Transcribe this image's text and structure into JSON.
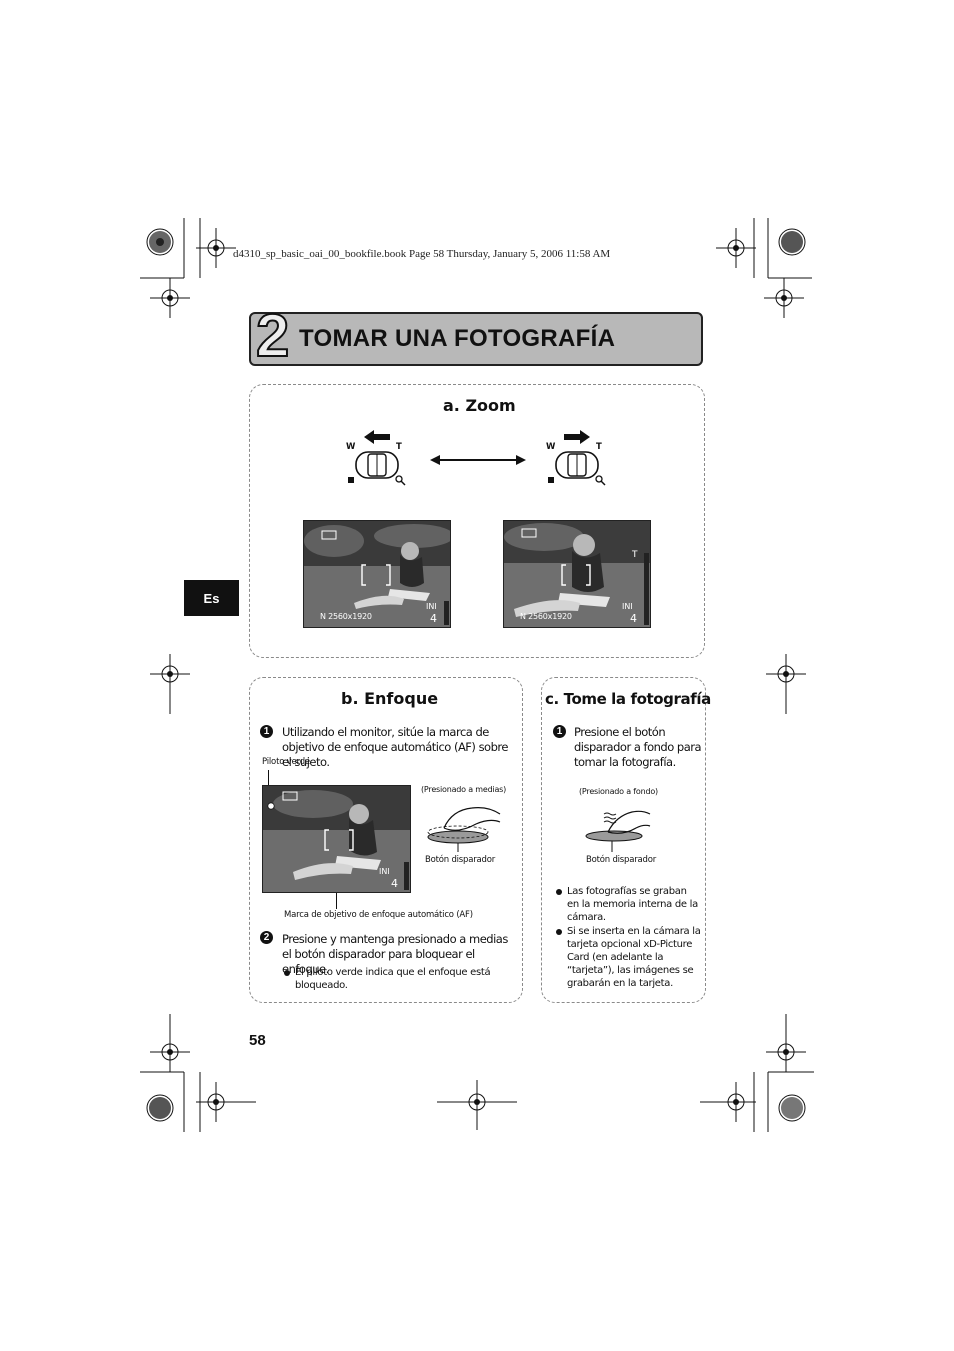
{
  "header_line": "d4310_sp_basic_oai_00_bookfile.book  Page 58  Thursday, January 5, 2006  11:58 AM",
  "title": {
    "number": "2",
    "text": "TOMAR UNA FOTOGRAFÍA"
  },
  "language_tab": "Es",
  "zoom": {
    "heading": "a. Zoom",
    "lever_w": "W",
    "lever_t": "T",
    "screen_overlay_left": "N  2560x1920",
    "screen_overlay_right": "N  2560x1920"
  },
  "focus": {
    "heading": "b. Enfoque",
    "step1_number": "1",
    "step1_text": "Utilizando el monitor, sitúe la marca de objetivo de enfoque automático (AF) sobre el sujeto.",
    "green_lamp_label": "Piloto verde",
    "half_press_label": "(Presionado a medias)",
    "shutter_label": "Botón disparador",
    "af_mark_label": "Marca de objetivo de enfoque automático (AF)",
    "step2_number": "2",
    "step2_text": "Presione y mantenga presionado a medias el botón disparador para bloquear el enfoque.",
    "step2_bullet": "El piloto verde indica que el enfoque está bloqueado."
  },
  "shoot": {
    "heading": "c. Tome la fotografía",
    "step1_number": "1",
    "step1_text": "Presione el botón disparador a fondo para tomar la fotografía.",
    "full_press_label": "(Presionado a fondo)",
    "shutter_label": "Botón disparador",
    "bullet1": "Las fotografías se graban en la memoria interna de la cámara.",
    "bullet2": "Si se inserta en la cámara la tarjeta opcional xD-Picture Card (en adelante la “tarjeta”), las imágenes se grabarán en la tarjeta."
  },
  "page_number": "58"
}
